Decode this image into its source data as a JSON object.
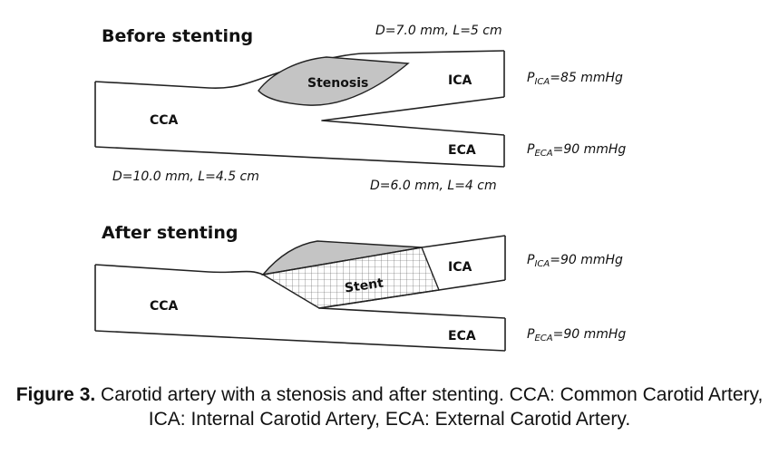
{
  "before": {
    "heading": "Before stenting",
    "ica_dims": "D=7.0 mm, L=5 cm",
    "cca_dims": "D=10.0 mm, L=4.5 cm",
    "eca_dims": "D=6.0 mm, L=4 cm",
    "stenosis_label": "Stenosis",
    "ica_label": "ICA",
    "cca_label": "CCA",
    "eca_label": "ECA",
    "p_ica": {
      "symbol": "P",
      "subscript": "ICA",
      "value": "=85 mmHg"
    },
    "p_eca": {
      "symbol": "P",
      "subscript": "ECA",
      "value": "=90 mmHg"
    }
  },
  "after": {
    "heading": "After stenting",
    "stent_label": "Stent",
    "ica_label": "ICA",
    "cca_label": "CCA",
    "eca_label": "ECA",
    "p_ica": {
      "symbol": "P",
      "subscript": "ICA",
      "value": "=90 mmHg"
    },
    "p_eca": {
      "symbol": "P",
      "subscript": "ECA",
      "value": "=90 mmHg"
    }
  },
  "caption": {
    "bold": "Figure 3.",
    "text": " Carotid artery with a stenosis and after stenting. CCA: Common Carotid Artery, ICA: Internal Carotid Artery, ECA: External Carotid Artery."
  },
  "colors": {
    "plaque": "#c4c4c4",
    "stroke": "#222222",
    "text": "#111111"
  }
}
